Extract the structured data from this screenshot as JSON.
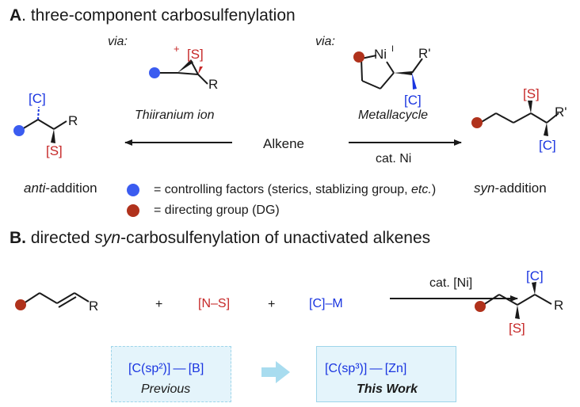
{
  "sectionA": {
    "letter": "A",
    "title": ". three-component carbosulfenylation",
    "via_left": "via:",
    "via_right": "via:",
    "thiiranium_label": "Thiiranium ion",
    "metallacycle_label": "Metallacycle",
    "alkene_label": "Alkene",
    "cat_ni_label": "cat. Ni",
    "anti_prefix": "anti",
    "anti_suffix": "-addition",
    "syn_prefix": "syn",
    "syn_suffix": "-addition",
    "legend_blue_pre": "= controlling factors (sterics, stablizing group, ",
    "legend_blue_etc": "etc.",
    "legend_blue_post": ")",
    "legend_red": "= directing group (DG)",
    "atom_C": "[C]",
    "atom_S": "[S]",
    "atom_R": "R",
    "atom_Rp": "R'",
    "atom_Ni": "Ni",
    "atom_Ni_sup": "I",
    "plus_sign": "+"
  },
  "sectionB": {
    "letter": "B.",
    "title_pre": " directed ",
    "title_syn": "syn",
    "title_post": "-carbosulfenylation of unactivated alkenes",
    "plus_sign": "+",
    "reagent_NS": "[N–S]",
    "reagent_CM": "[C]–M",
    "cat_label": "cat. [Ni]",
    "atom_C": "[C]",
    "atom_S": "[S]",
    "atom_R": "R",
    "previous_reagent": "[C(sp²)] — [B]",
    "previous_label": "Previous",
    "thiswork_reagent": "[C(sp³)] — [Zn]",
    "thiswork_label": "This Work"
  },
  "colors": {
    "blue_dot": "#3b5cf0",
    "red_dot": "#b0321c",
    "red_text": "#c62828",
    "blue_text": "#1a35e0",
    "box_fill": "#e4f4fb",
    "box_border": "#9ed5ea",
    "arrow_fill": "#a8dcef"
  }
}
